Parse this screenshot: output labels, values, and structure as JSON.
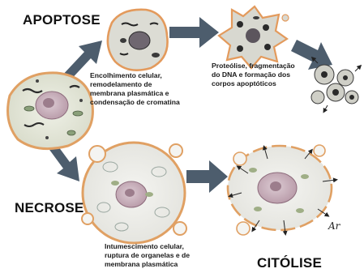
{
  "titles": {
    "apoptose": "APOPTOSE",
    "necrose": "NECROSE",
    "citolise": "CITÓLISE"
  },
  "captions": {
    "apoptosis_step1": [
      "Encolhimento celular,",
      "remodelamento de",
      "membrana plasmática e",
      "condensação de cromatina"
    ],
    "apoptosis_step2": [
      "Proteólise, fragmentação",
      "do DNA e formação dos",
      "corpos apoptóticos"
    ],
    "necrosis_step1": [
      "Intumescimento celular,",
      "ruptura de organelas e de",
      "membrana plasmática"
    ]
  },
  "signature": "Ar",
  "colors": {
    "arrow": "#4a5a6a",
    "membrane_orange": "#e8a060",
    "cytoplasm": "#e9e9e4",
    "nucleus": "#c9b3bf",
    "dark_organelle": "#2a2a2a"
  }
}
